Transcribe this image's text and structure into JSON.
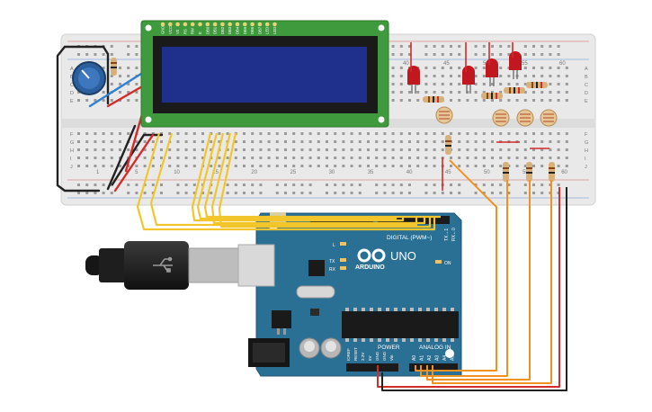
{
  "breadboard": {
    "col_numbers_top": [
      "40",
      "45",
      "50",
      "55",
      "60"
    ],
    "col_numbers_bottom": [
      "1",
      "5",
      "10",
      "15",
      "20",
      "25",
      "30",
      "35",
      "40",
      "45",
      "50",
      "55",
      "60"
    ],
    "row_letters_right_top": [
      "A",
      "B",
      "C",
      "D",
      "E"
    ],
    "row_letters_right_bottom": [
      "F",
      "G",
      "H",
      "I",
      "J"
    ],
    "row_letters_left_top": [
      "A",
      "B",
      "C",
      "D",
      "E"
    ],
    "row_letters_left_bottom": [
      "F",
      "G",
      "H",
      "I",
      "J"
    ]
  },
  "lcd": {
    "pin_labels": [
      "GND",
      "VCC",
      "V0",
      "RS",
      "RW",
      "E",
      "DB0",
      "DB1",
      "DB2",
      "DB3",
      "DB4",
      "DB5",
      "DB6",
      "DB7",
      "LED",
      "LED"
    ]
  },
  "arduino": {
    "brand": "ARDUINO",
    "model": "UNO",
    "digital_label": "DIGITAL (PWM~)",
    "power_label": "POWER",
    "analog_label": "ANALOG IN",
    "on_label": "ON",
    "led_labels": [
      "L",
      "TX",
      "RX"
    ],
    "tx_rx": [
      "TX→1",
      "RX←0"
    ],
    "power_pins": [
      "IOREF",
      "RESET",
      "3.3V",
      "5V",
      "GND",
      "GND",
      "Vin"
    ],
    "analog_pins": [
      "A0",
      "A1",
      "A2",
      "A3",
      "A4",
      "A5"
    ]
  },
  "colors": {
    "board_teal": "#2a6f94",
    "breadboard": "#e9e9e9",
    "lcd_pcb": "#3e9a3c",
    "lcd_screen": "#1f2f8c",
    "wire_yellow": "#f2c62a",
    "wire_orange": "#f0921f",
    "wire_red": "#d42b2b",
    "wire_black": "#222222",
    "wire_blue": "#2e7fd6",
    "led_red": "#c0181e"
  },
  "icons": [
    "potentiometer-icon",
    "usb-cable-icon",
    "usb-symbol-icon",
    "arduino-infinity-logo-icon",
    "photoresistor-icon"
  ]
}
